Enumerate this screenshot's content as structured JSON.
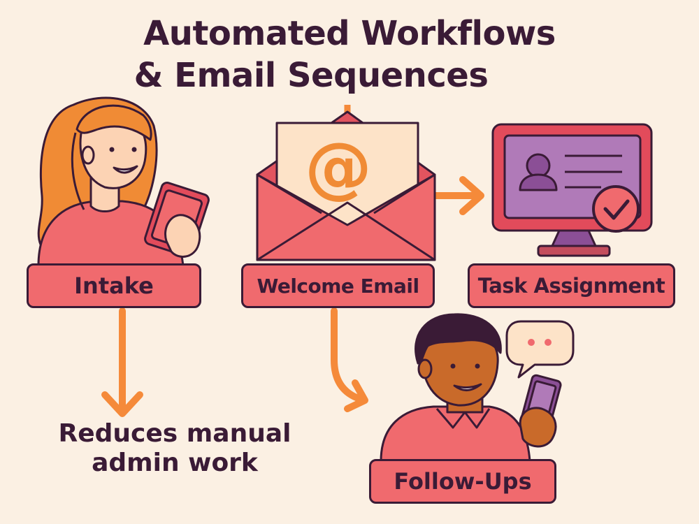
{
  "title": {
    "line1": "Automated Workflows",
    "line2": "& Email Sequences"
  },
  "steps": {
    "intake": "Intake",
    "welcome_email": "Welcome Email",
    "task_assignment": "Task Assignment",
    "follow_ups": "Follow-Ups"
  },
  "email_symbol": "@",
  "note": {
    "line1": "Reduces manual",
    "line2": "admin work"
  },
  "colors": {
    "background": "#fbf0e3",
    "coral": "#f06a6e",
    "orange_arrow": "#f58a3a",
    "outline": "#3a1b36",
    "purple": "#8b4f96",
    "skin_light": "#fcd3b4",
    "skin_dark": "#c96a2a",
    "hair_orange": "#f08b35"
  }
}
